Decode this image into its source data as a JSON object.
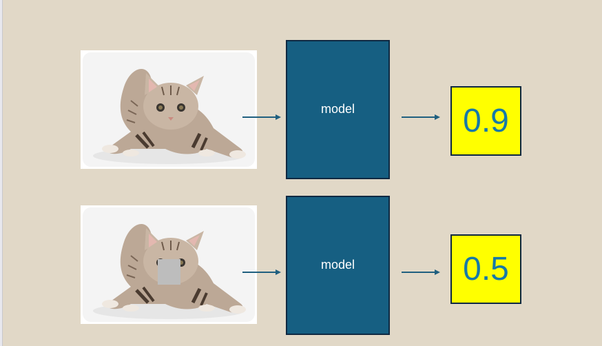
{
  "diagram": {
    "rows": [
      {
        "image": {
          "subject": "kitten",
          "occluded": false
        },
        "model_label": "model",
        "score": "0.9"
      },
      {
        "image": {
          "subject": "kitten",
          "occluded": true,
          "occlusion": "gray square over left eye"
        },
        "model_label": "model",
        "score": "0.5"
      }
    ],
    "colors": {
      "background": "#E1D8C7",
      "model_fill": "#165F82",
      "model_border": "#0E2841",
      "score_fill": "#FFFF00",
      "score_text": "#1679A8",
      "arrow": "#1F5F7F",
      "mask": "#BDBDBD"
    }
  }
}
